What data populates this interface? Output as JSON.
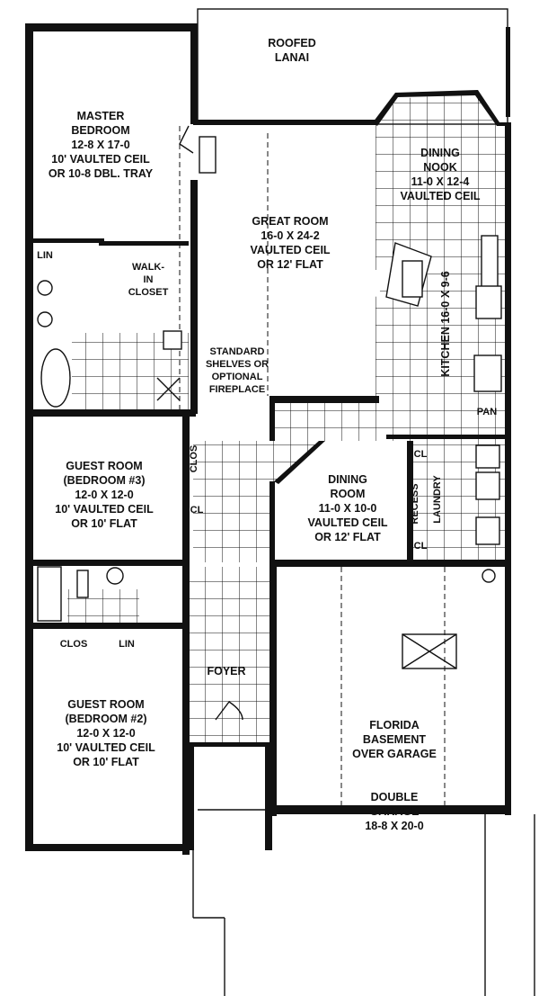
{
  "plan": {
    "rooms": {
      "lanai": [
        "ROOFED",
        "LANAI"
      ],
      "master": [
        "MASTER",
        "BEDROOM",
        "12-8 X 17-0",
        "10' VAULTED CEIL",
        "OR 10-8 DBL. TRAY"
      ],
      "great": [
        "GREAT ROOM",
        "16-0 X 24-2",
        "VAULTED CEIL",
        "OR 12' FLAT"
      ],
      "nook": [
        "DINING",
        "NOOK",
        "11-0 X 12-4",
        "VAULTED CEIL"
      ],
      "kitchen": [
        "KITCHEN 16-0 X 9-6"
      ],
      "walkin": [
        "WALK-",
        "IN",
        "CLOSET"
      ],
      "shelves": [
        "STANDARD",
        "SHELVES OR",
        "OPTIONAL",
        "FIREPLACE"
      ],
      "lin1": [
        "LIN"
      ],
      "pan": [
        "PAN"
      ],
      "guest3": [
        "GUEST ROOM",
        "(BEDROOM #3)",
        "12-0 X 12-0",
        "10' VAULTED CEIL",
        "OR 10' FLAT"
      ],
      "clos3": [
        "CLOS"
      ],
      "cl1": [
        "CL"
      ],
      "dining": [
        "DINING",
        "ROOM",
        "11-0 X 10-0",
        "VAULTED CEIL",
        "OR 12' FLAT"
      ],
      "recess": [
        "RECESS"
      ],
      "laundry": [
        "LAUNDRY"
      ],
      "cl2": [
        "CL"
      ],
      "cl3": [
        "CL"
      ],
      "clos2": [
        "CLOS"
      ],
      "lin2": [
        "LIN"
      ],
      "foyer": [
        "FOYER"
      ],
      "basement": [
        "FLORIDA",
        "BASEMENT",
        "OVER GARAGE"
      ],
      "garage": [
        "DOUBLE",
        "GARAGE",
        "18-8 X 20-0"
      ],
      "guest2": [
        "GUEST ROOM",
        "(BEDROOM #2)",
        "12-0 X 12-0",
        "10' VAULTED CEIL",
        "OR 10' FLAT"
      ]
    }
  }
}
